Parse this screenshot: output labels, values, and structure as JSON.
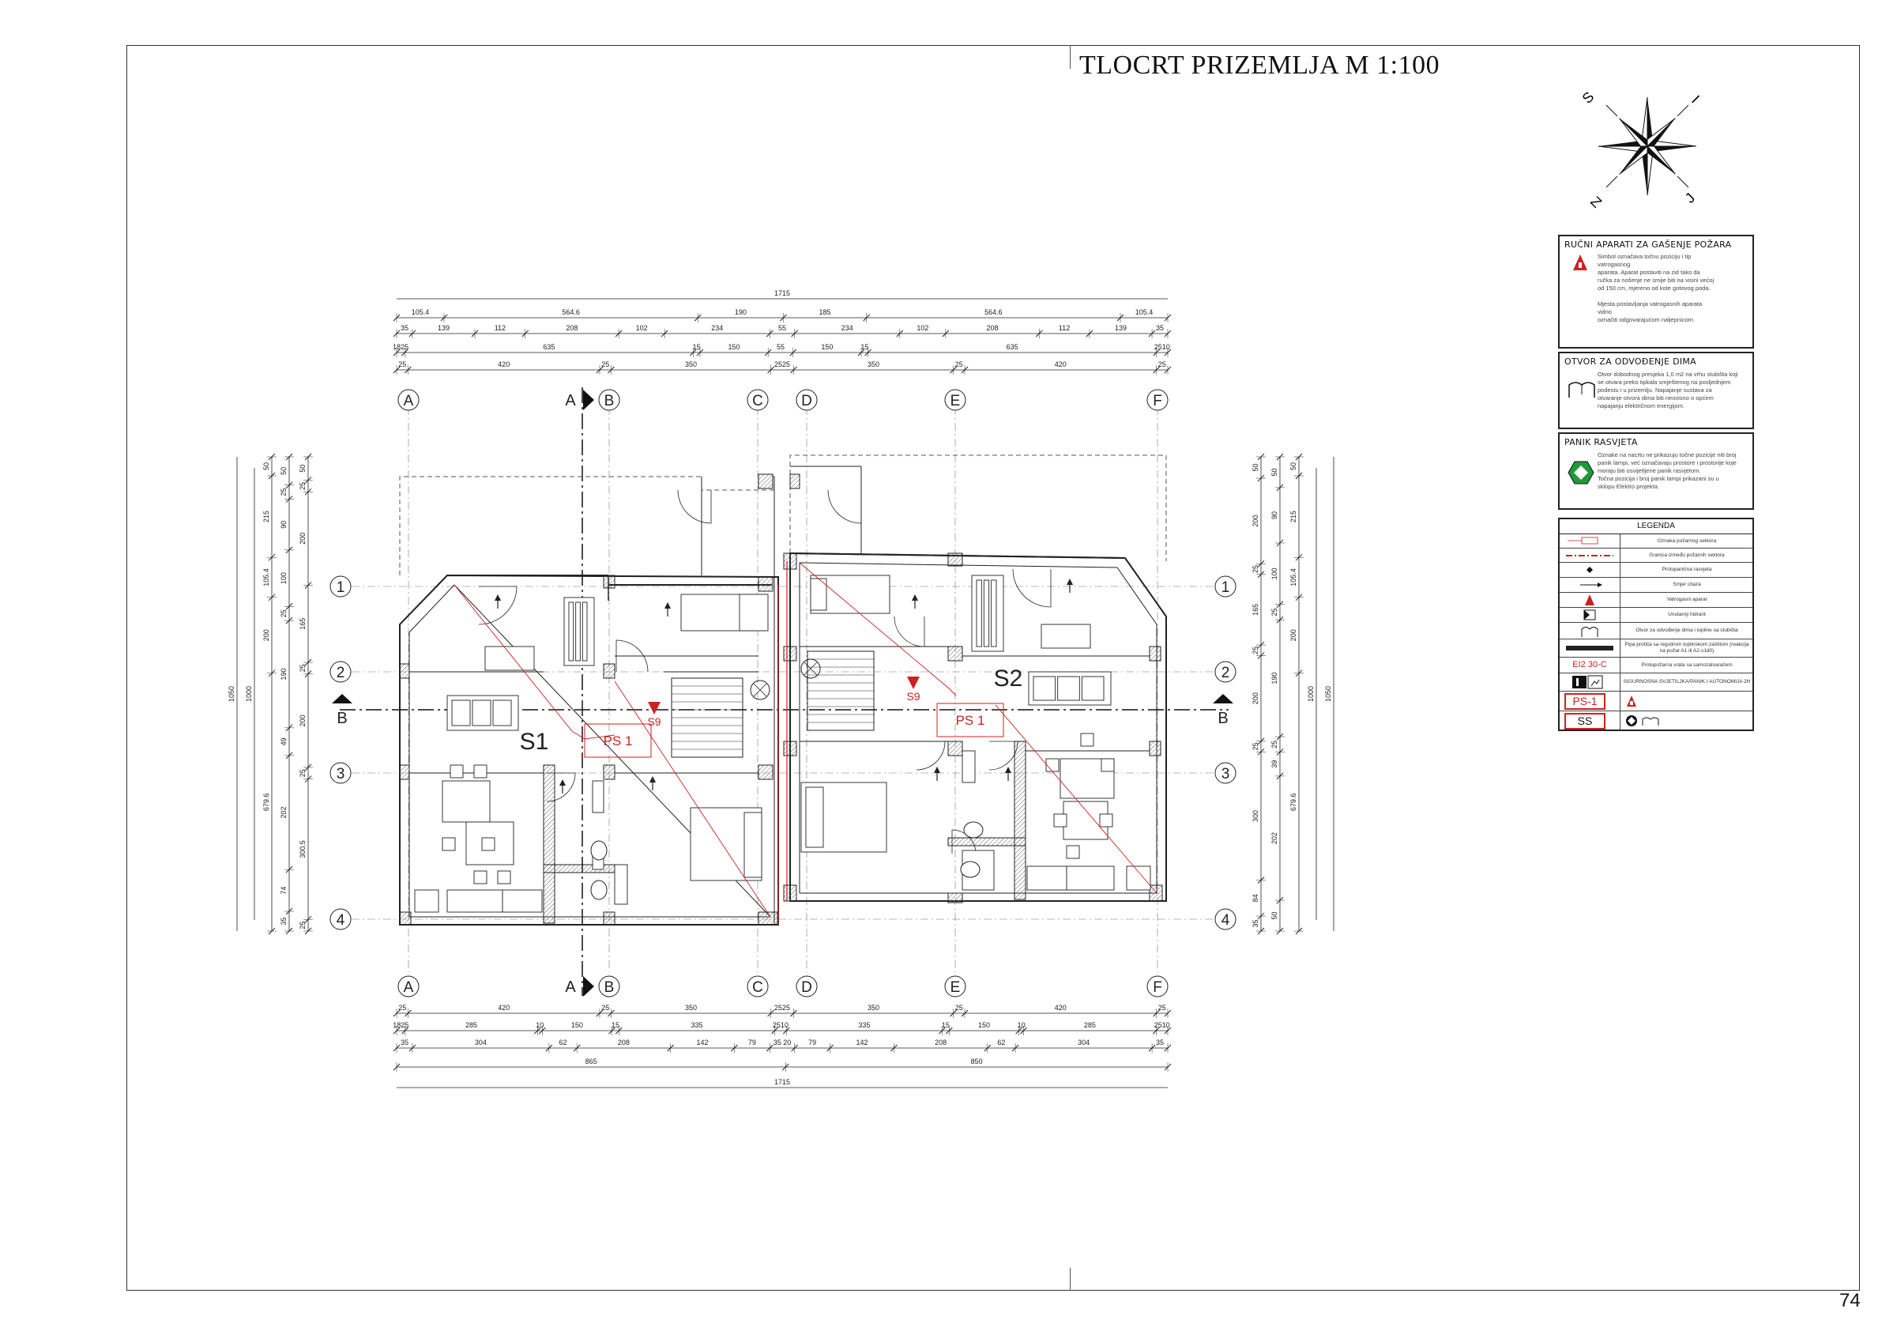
{
  "sheet": {
    "title": "TLOCRT PRIZEMLJA   M 1:100",
    "page_number": "74"
  },
  "compass": {
    "letters": [
      "S",
      "I",
      "J",
      "Z"
    ]
  },
  "fire_extinguisher": {
    "title": "RUČNI APARATI ZA GAŠENJE POŽARA",
    "lines": [
      "Simbol označava točnu poziciju i tip",
      "vatrogasnog",
      "aparata. Aparat postaviti na zid tako da",
      "ručka za nošenje ne smije biti na visini većoj",
      "od 150 cm, mjereno od kote gotovog poda.",
      "",
      "Mjesta postavljanja vatrogasnih aparata",
      "vidno",
      "označiti odgovarajućom naljepnicom."
    ]
  },
  "smoke_vent": {
    "title": "OTVOR ZA ODVOĐENJE DIMA",
    "lines": [
      "Otvor dobodnog presjeka 1,0 m2 na vrhu stubišta koji",
      "se otvara preko tipkala smještenog na posljednjem",
      "podestu i u prizemlju. Napajanje sustava za",
      "otvaranje otvora dima biti neovisno o općem",
      "napajanju električnom energijom."
    ]
  },
  "panic_light": {
    "title": "PANIK RASVJETA",
    "lines": [
      "Oznake na nacrtu ne prikazuju točne pozicije niti broj",
      "panik lampi, već označavaju prostore i prostorije koje",
      "moraju biti osvijetljene panik rasvjetom.",
      "Točna pozicija i broj panik lampi prikazani su u",
      "sklopu Elektro projekta."
    ]
  },
  "legenda": {
    "title": "LEGENDA",
    "rows": [
      "Oznaka požarnog sektora",
      "Granica između požarnih sektora",
      "Protupanična rasvjeta",
      "Smjer izlaza",
      "Vatrogasni aparat",
      "Unutarnji hidrant",
      "Otvor za odvođenje dima i topline sa stubišta",
      "Pipa protiča sa regulirom toplinskom zaštitom (reakcija na požar A1 ili A2-s1d0)",
      "Protupožarna vrata sa samozatvaračem",
      "SIGURNOSNA SVJETILJKA/PANIK I AUTONOMIJA 2H"
    ],
    "door_label": "EI2 30-C",
    "ps_label": "PS-1",
    "ss_label": "SS"
  },
  "plan": {
    "axes_letters": [
      "A",
      "B",
      "C",
      "D",
      "E",
      "F"
    ],
    "axes_numbers": [
      "1",
      "2",
      "3",
      "4"
    ],
    "section_label": "A",
    "section_label_b": "B",
    "unit_labels": [
      "S1",
      "S2"
    ],
    "ps_labels": [
      "PS 1",
      "PS 1"
    ],
    "s9_labels": [
      "S9",
      "S9"
    ],
    "top_dims": {
      "total": "1715",
      "row2": [
        "105.4",
        "564.6",
        "190",
        "185",
        "564.6",
        "105.4"
      ],
      "row3": [
        "35",
        "139",
        "112",
        "208",
        "102",
        "234",
        "55",
        "234",
        "102",
        "208",
        "112",
        "139",
        "35"
      ],
      "row4": [
        "1825",
        "635",
        "15",
        "150",
        "55",
        "150",
        "15",
        "635",
        "2510"
      ],
      "row5": [
        "25",
        "420",
        "25",
        "350",
        "2525",
        "350",
        "25",
        "420",
        "25"
      ]
    },
    "bottom_dims": {
      "row1": [
        "25",
        "420",
        "25",
        "350",
        "2525",
        "350",
        "25",
        "420",
        "25"
      ],
      "row2": [
        "1825",
        "285",
        "10",
        "150",
        "15",
        "335",
        "2510",
        "335",
        "15",
        "150",
        "10",
        "285",
        "2510"
      ],
      "row3": [
        "35",
        "304",
        "62",
        "208",
        "142",
        "79",
        "35 20",
        "79",
        "142",
        "208",
        "62",
        "304",
        "35"
      ],
      "row4": [
        "865",
        "850"
      ],
      "total": "1715"
    },
    "left_dims": {
      "outer": "1050",
      "mid": "1000",
      "col3": [
        "50",
        "215",
        "105.4",
        "200",
        "679.6"
      ],
      "col4": [
        "50",
        "25",
        "90",
        "100",
        "25",
        "190",
        "49",
        "202",
        "74",
        "35"
      ],
      "col5": [
        "50",
        "25",
        "200",
        "165",
        "25",
        "200",
        "25",
        "300.5",
        "25"
      ]
    },
    "right_dims": {
      "outer": "1050",
      "mid": "1000",
      "col1": [
        "50",
        "200",
        "25",
        "165",
        "25",
        "200",
        "25",
        "300",
        "84",
        "35"
      ],
      "col2": [
        "50",
        "90",
        "100",
        "25",
        "190",
        "25",
        "39",
        "202",
        "50"
      ],
      "col3": [
        "50",
        "215",
        "105.4",
        "200",
        "679.6"
      ]
    }
  },
  "colors": {
    "line": "#222222",
    "fire": "#cc2222",
    "hatch": "#888888"
  }
}
